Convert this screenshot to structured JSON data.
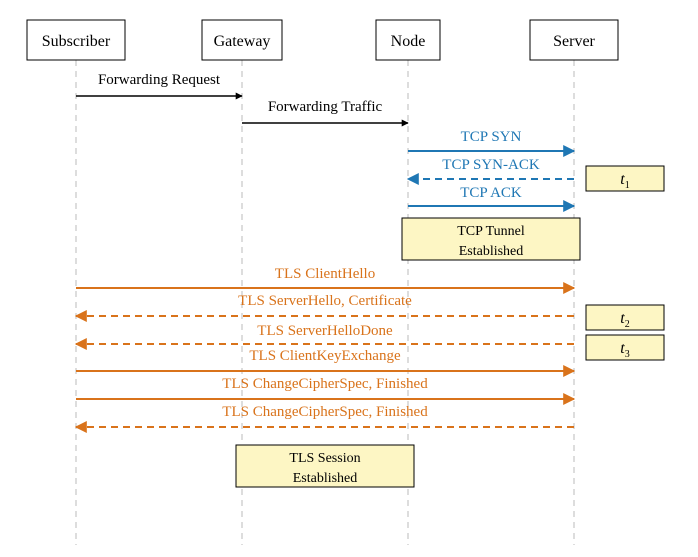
{
  "colors": {
    "black": "#000000",
    "tcp": "#1f77b4",
    "tls": "#d9731b",
    "note_fill": "#fdf6c4",
    "lifeline": "#bbbbbb"
  },
  "participants": [
    {
      "id": "subscriber",
      "label": "Subscriber"
    },
    {
      "id": "gateway",
      "label": "Gateway"
    },
    {
      "id": "node",
      "label": "Node"
    },
    {
      "id": "server",
      "label": "Server"
    }
  ],
  "messages": [
    {
      "from": "subscriber",
      "to": "gateway",
      "label": "Forwarding Request",
      "color": "black",
      "dashed": false
    },
    {
      "from": "gateway",
      "to": "node",
      "label": "Forwarding Traffic",
      "color": "black",
      "dashed": false
    },
    {
      "from": "node",
      "to": "server",
      "label": "TCP SYN",
      "color": "tcp",
      "dashed": false
    },
    {
      "from": "server",
      "to": "node",
      "label": "TCP SYN-ACK",
      "color": "tcp",
      "dashed": true
    },
    {
      "from": "node",
      "to": "server",
      "label": "TCP ACK",
      "color": "tcp",
      "dashed": false
    },
    {
      "from": "subscriber",
      "to": "server",
      "label": "TLS ClientHello",
      "color": "tls",
      "dashed": false
    },
    {
      "from": "server",
      "to": "subscriber",
      "label": "TLS ServerHello, Certificate",
      "color": "tls",
      "dashed": true
    },
    {
      "from": "server",
      "to": "subscriber",
      "label": "TLS ServerHelloDone",
      "color": "tls",
      "dashed": true
    },
    {
      "from": "subscriber",
      "to": "server",
      "label": "TLS ClientKeyExchange",
      "color": "tls",
      "dashed": false
    },
    {
      "from": "subscriber",
      "to": "server",
      "label": "TLS ChangeCipherSpec, Finished",
      "color": "tls",
      "dashed": false
    },
    {
      "from": "server",
      "to": "subscriber",
      "label": "TLS ChangeCipherSpec, Finished",
      "color": "tls",
      "dashed": true
    }
  ],
  "states": [
    {
      "lines": [
        "TCP Tunnel",
        "Established"
      ]
    },
    {
      "lines": [
        "TLS Session",
        "Established"
      ]
    }
  ],
  "timers": [
    {
      "base": "t",
      "sub": "1"
    },
    {
      "base": "t",
      "sub": "2"
    },
    {
      "base": "t",
      "sub": "3"
    }
  ]
}
